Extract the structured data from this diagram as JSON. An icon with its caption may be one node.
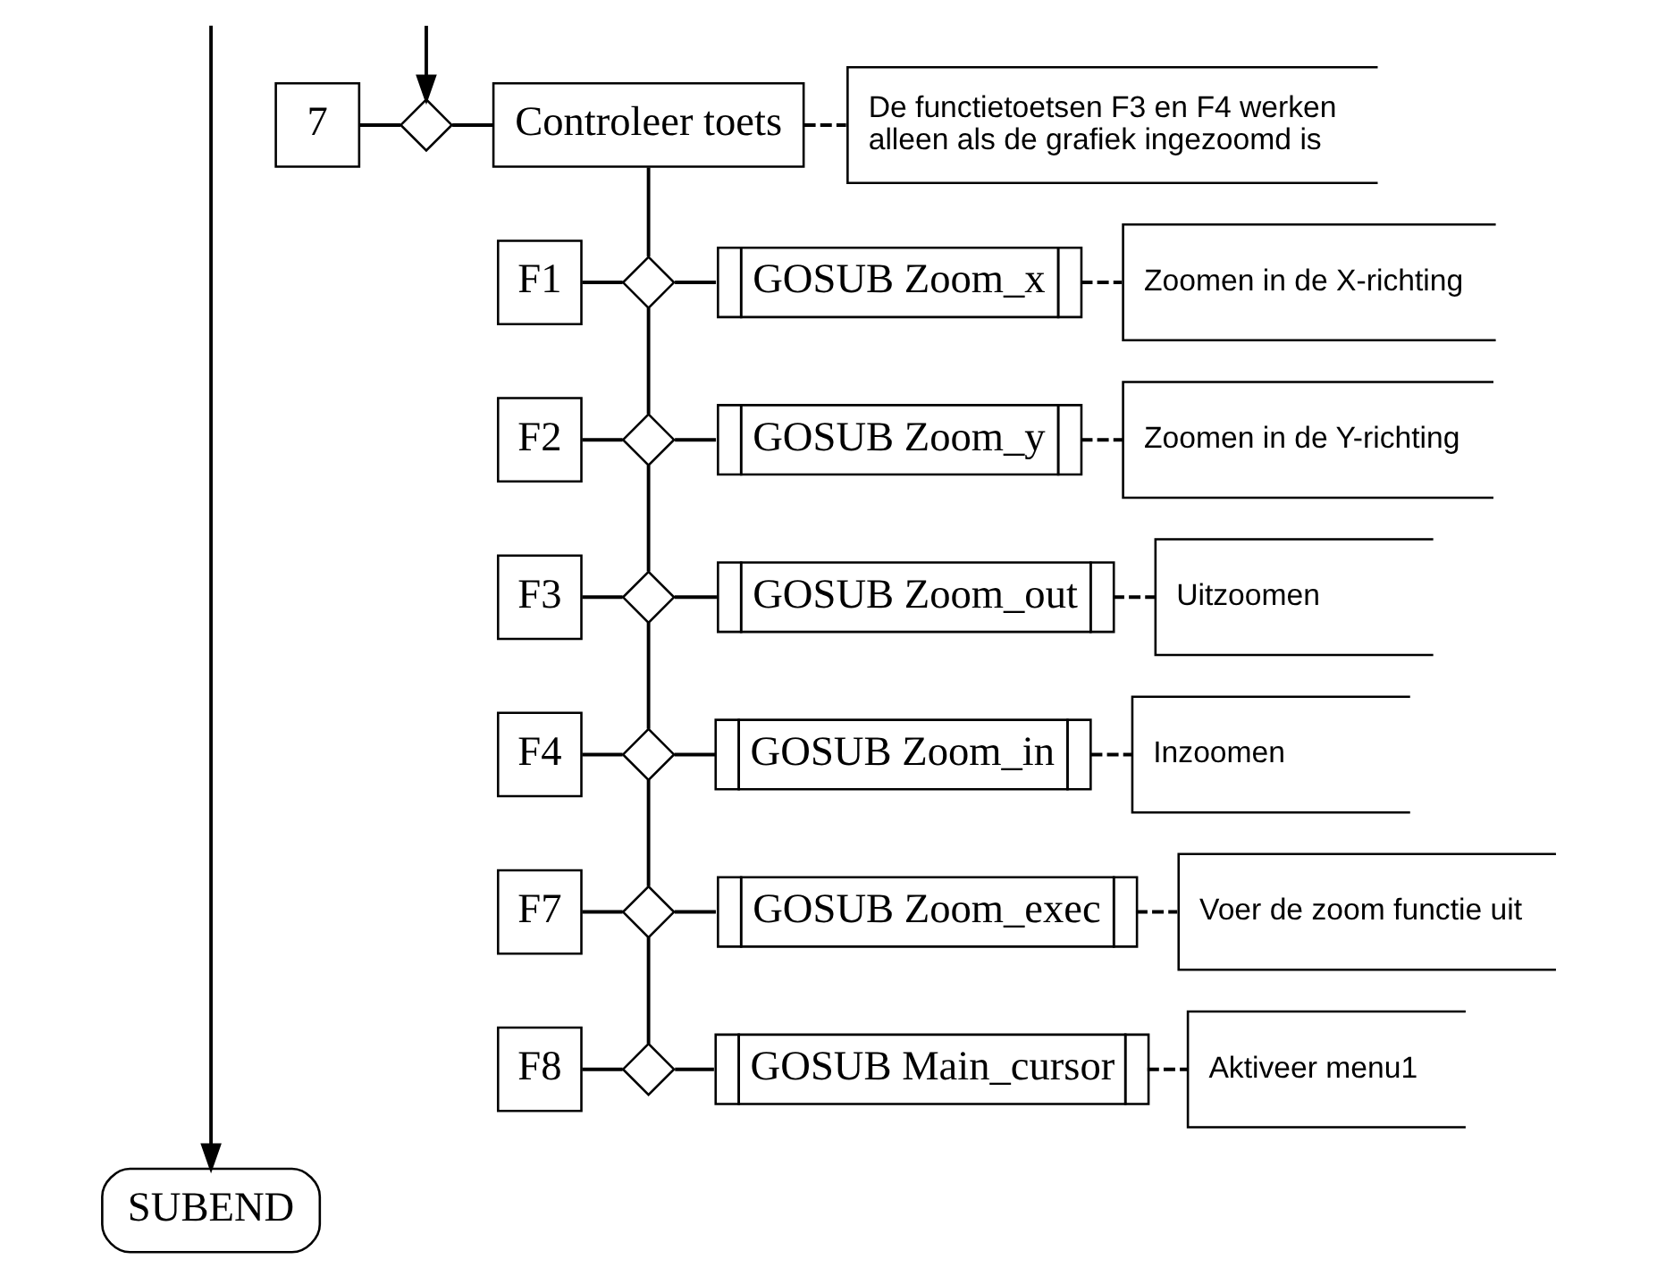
{
  "diagram": {
    "nodes": [
      {
        "text": [
          "7"
        ]
      },
      {
        "text": [],
        "shape": "diamond"
      },
      {
        "text": [
          "Controleer toets"
        ]
      },
      {
        "text": [
          "De functietoetsen F3 en F4 werken alleen als de grafiek ingezoomd is"
        ]
      },
      {
        "text": [
          "F1"
        ]
      },
      {
        "text": [],
        "shape": "diamond"
      },
      {
        "text": [
          "GOSUB Zoom_x"
        ]
      },
      {
        "text": [
          "Zoomen in de X-richting"
        ]
      },
      {
        "text": [
          "F2"
        ]
      },
      {
        "text": [],
        "shape": "diamond"
      },
      {
        "text": [
          "GOSUB Zoom_y"
        ]
      },
      {
        "text": [
          "Zoomen in de Y-richting"
        ]
      },
      {
        "text": [
          "F3"
        ]
      },
      {
        "text": [],
        "shape": "diamond"
      },
      {
        "text": [
          "GOSUB Zoom_out"
        ]
      },
      {
        "text": [
          "Uitzoomen"
        ]
      },
      {
        "text": [
          "F4"
        ]
      },
      {
        "text": [],
        "shape": "diamond"
      },
      {
        "text": [
          "GOSUB Zoom_in"
        ]
      },
      {
        "text": [
          "Inzoomen"
        ]
      },
      {
        "text": [
          "F7"
        ]
      },
      {
        "text": [],
        "shape": "diamond"
      },
      {
        "text": [
          "GOSUB Zoom_exec"
        ]
      },
      {
        "text": [
          "Voer de zoom functie uit"
        ]
      },
      {
        "text": [
          "F8"
        ]
      },
      {
        "text": [],
        "shape": "diamond"
      },
      {
        "text": [
          "GOSUB Main_cursor"
        ]
      },
      {
        "text": [
          "Aktiveer menu1"
        ]
      },
      {
        "text": [
          "SUBEND"
        ]
      }
    ],
    "edges": [
      {
        "from": null,
        "to": 1,
        "arrow": "to"
      },
      {
        "from": 0,
        "to": 1,
        "arrow": "none"
      },
      {
        "from": 1,
        "to": 2,
        "arrow": "none"
      },
      {
        "from": 2,
        "to": 3,
        "arrow": "none",
        "style": "dashed"
      },
      {
        "from": 2,
        "to": 5,
        "arrow": "none"
      },
      {
        "from": 4,
        "to": 5,
        "arrow": "none"
      },
      {
        "from": 5,
        "to": 6,
        "arrow": "none"
      },
      {
        "from": 6,
        "to": 7,
        "arrow": "none",
        "style": "dashed"
      },
      {
        "from": 5,
        "to": 9,
        "arrow": "none"
      },
      {
        "from": 8,
        "to": 9,
        "arrow": "none"
      },
      {
        "from": 9,
        "to": 10,
        "arrow": "none"
      },
      {
        "from": 10,
        "to": 11,
        "arrow": "none",
        "style": "dashed"
      },
      {
        "from": 9,
        "to": 13,
        "arrow": "none"
      },
      {
        "from": 12,
        "to": 13,
        "arrow": "none"
      },
      {
        "from": 13,
        "to": 14,
        "arrow": "none"
      },
      {
        "from": 14,
        "to": 15,
        "arrow": "none",
        "style": "dashed"
      },
      {
        "from": 13,
        "to": 17,
        "arrow": "none"
      },
      {
        "from": 16,
        "to": 17,
        "arrow": "none"
      },
      {
        "from": 17,
        "to": 18,
        "arrow": "none"
      },
      {
        "from": 18,
        "to": 19,
        "arrow": "none",
        "style": "dashed"
      },
      {
        "from": 17,
        "to": 21,
        "arrow": "none"
      },
      {
        "from": 20,
        "to": 21,
        "arrow": "none"
      },
      {
        "from": 21,
        "to": 22,
        "arrow": "none"
      },
      {
        "from": 22,
        "to": 23,
        "arrow": "none",
        "style": "dashed"
      },
      {
        "from": 21,
        "to": 25,
        "arrow": "none"
      },
      {
        "from": 24,
        "to": 25,
        "arrow": "none"
      },
      {
        "from": 25,
        "to": 26,
        "arrow": "none"
      },
      {
        "from": 26,
        "to": 27,
        "arrow": "none",
        "style": "dashed"
      },
      {
        "from": null,
        "to": 28,
        "arrow": "to"
      }
    ]
  }
}
